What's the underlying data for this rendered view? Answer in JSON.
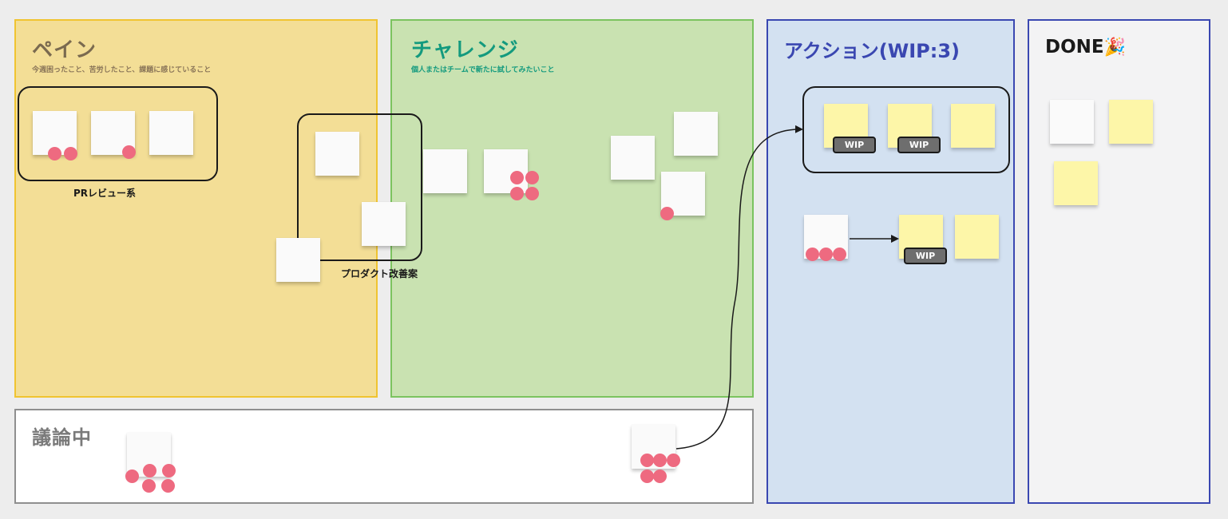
{
  "frames": {
    "pain": {
      "title": "ペイン",
      "subtitle": "今週困ったこと、苦労したこと、課題に感じていること",
      "color": "#f3de96",
      "border": "#f0c431",
      "title_color": "#7a6a4f",
      "subtitle_color": "#8a7558"
    },
    "challenge": {
      "title": "チャレンジ",
      "subtitle": "個人またはチームで新たに試してみたいこと",
      "color": "#c9e2b1",
      "border": "#7bc35f",
      "title_color": "#139a7e",
      "subtitle_color": "#139a7e"
    },
    "action": {
      "title": "アクション(WIP:3)",
      "color": "#d3e1f1",
      "border": "#3a47b1",
      "title_color": "#3a47b1"
    },
    "done": {
      "title": "DONE",
      "emoji": "🎉",
      "emoji_name": "party-popper-icon",
      "color": "#f3f3f4",
      "border": "#3a47b1",
      "title_color": "#1a1a1a"
    },
    "discussion": {
      "title": "議論中",
      "color": "#ffffff",
      "border": "#8f8f8f",
      "title_color": "#7a7a7a"
    }
  },
  "groups": {
    "pr_review": "PRレビュー系",
    "product_improvement": "プロダクト改善案"
  },
  "tags": {
    "wip": "WIP"
  },
  "colors": {
    "sticky_white": "#fafafa",
    "sticky_yellow": "#fdf6a8",
    "vote_dot": "#ee6a80",
    "wip_tag": "#6e6e6e",
    "connector": "#1a1a1a"
  }
}
